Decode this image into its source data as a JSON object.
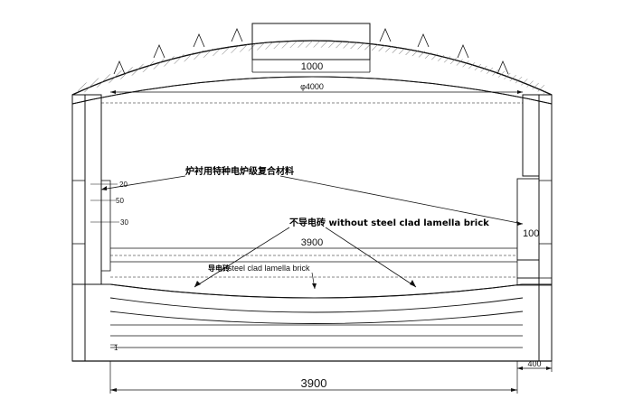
{
  "labels": {
    "roof_width": "1000",
    "roof_diameter": "φ4000",
    "material_note": "炉衬用特种电炉级复合材料",
    "dim_20": "20",
    "dim_50": "50",
    "dim_30": "30",
    "non_conductive_brick": "不导电砖 without steel clad lamella brick",
    "inner_width": "3900",
    "right_wall": "100",
    "conductive_brick_cn": "导电砖",
    "conductive_brick_en": "steel clad lamella brick",
    "marker_1": "1",
    "wall_thickness": "400",
    "total_width": "3900"
  },
  "colors": {
    "line": "#111111",
    "hatch": "#555555",
    "dark_block": "#1a1a1a"
  }
}
